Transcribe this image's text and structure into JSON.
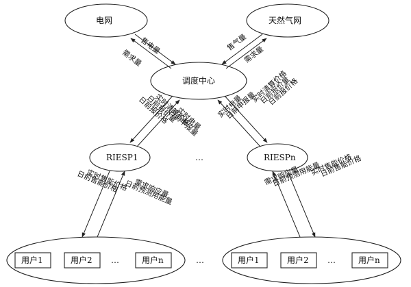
{
  "nodes": {
    "grid": "电网",
    "gas": "天然气网",
    "dispatch": "调度中心",
    "riesp1": "RIESP1",
    "riespn": "RIESPn",
    "ellipsis_mid": "…",
    "ellipsis_bottom": "…"
  },
  "users_left": [
    "用户1",
    "用户2",
    "…",
    "用户n"
  ],
  "users_right": [
    "用户1",
    "用户2",
    "…",
    "用户n"
  ],
  "edges": {
    "grid_sell": "售电量",
    "grid_demand": "需求量",
    "gas_sell": "售气量",
    "gas_demand": "需求量",
    "left_up_1": "实时清算价格",
    "left_up_2": "日前报价量",
    "left_up_3": "日前报价格",
    "left_down_1": "实时电量",
    "left_down_2": "日前申报量",
    "right_up_1": "实时清算价格",
    "right_up_2": "日前报价量",
    "right_up_3": "日前报价格",
    "right_down_1": "实时电量",
    "right_down_2": "日前申报量",
    "bl_1": "实时售能价格",
    "bl_2": "日前售能价格",
    "bl_3": "需求响应量",
    "bl_4": "日前预测用能量",
    "br_1": "实时售能价格",
    "br_2": "日前售能价格",
    "br_3": "需求响应量",
    "br_4": "日前预测用能量"
  }
}
